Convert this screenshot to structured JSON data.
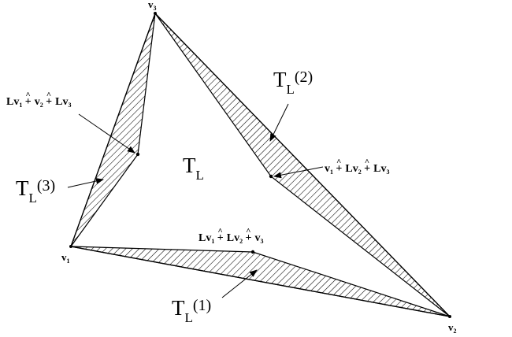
{
  "vertices": {
    "v1": {
      "base": "v",
      "sub": "1"
    },
    "v2": {
      "base": "v",
      "sub": "2"
    },
    "v3": {
      "base": "v",
      "sub": "3"
    }
  },
  "regions": {
    "center": {
      "base": "T",
      "sub": "L",
      "sup": ""
    },
    "t1": {
      "base": "T",
      "sub": "L",
      "sup": "(1)"
    },
    "t2": {
      "base": "T",
      "sub": "L",
      "sup": "(2)"
    },
    "t3": {
      "base": "T",
      "sub": "L",
      "sup": "(3)"
    }
  },
  "points": {
    "p1": {
      "t1": "Lv",
      "s1": "1",
      "h1": "^",
      "o1": "+",
      "t2": "Lv",
      "s2": "2",
      "h2": "^",
      "o2": "+",
      "t3": "v",
      "s3": "3"
    },
    "p2": {
      "t1": "v",
      "s1": "1",
      "h1": "^",
      "o1": "+",
      "t2": "Lv",
      "s2": "2",
      "h2": "^",
      "o2": "+",
      "t3": "Lv",
      "s3": "3"
    },
    "p3": {
      "t1": "Lv",
      "s1": "1",
      "h1": "^",
      "o1": "+",
      "t2": "v",
      "s2": "2",
      "h2": "^",
      "o2": "+",
      "t3": "Lv",
      "s3": "3"
    }
  }
}
